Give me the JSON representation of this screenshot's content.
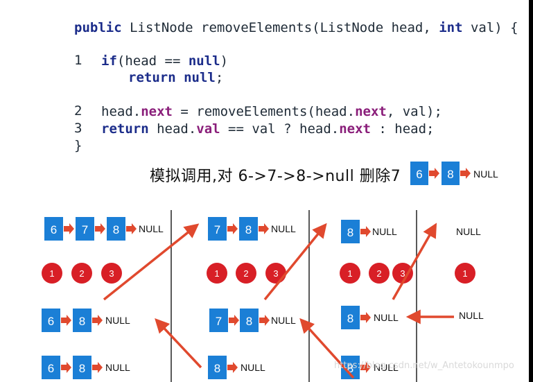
{
  "colors": {
    "node_fill": "#1b7fd6",
    "node_text": "#ffffff",
    "arrow_red": "#e0492e",
    "circle_red": "#d81f26",
    "divider": "#222222"
  },
  "code": {
    "sig_public": "public",
    "sig_mid": " ListNode removeElements(ListNode head, ",
    "sig_int": "int",
    "sig_end": " val) {",
    "ln1": "1",
    "l1_if": "if",
    "l1_mid": "(head == ",
    "l1_null": "null",
    "l1_end": ")",
    "l1b_return": "return",
    "l1b_sp": " ",
    "l1b_null": "null",
    "l1b_end": ";",
    "ln2": "2",
    "l2_a": "head.",
    "l2_next": "next",
    "l2_b": " = removeElements(head.",
    "l2_next2": "next",
    "l2_c": ", val);",
    "ln3": "3",
    "l3_return": "return",
    "l3_a": " head.",
    "l3_val": "val",
    "l3_b": " == val ? head.",
    "l3_next": "next",
    "l3_c": " : head;",
    "close": "}"
  },
  "caption": "模拟调用,对 6->7->8->null 删除7",
  "null_label": "NULL",
  "node_labels": {
    "six": "6",
    "seven": "7",
    "eight": "8"
  },
  "step_labels": {
    "one": "1",
    "two": "2",
    "three": "3"
  },
  "watermark": "https://blog.csdn.net/w_Antetokounmpo"
}
